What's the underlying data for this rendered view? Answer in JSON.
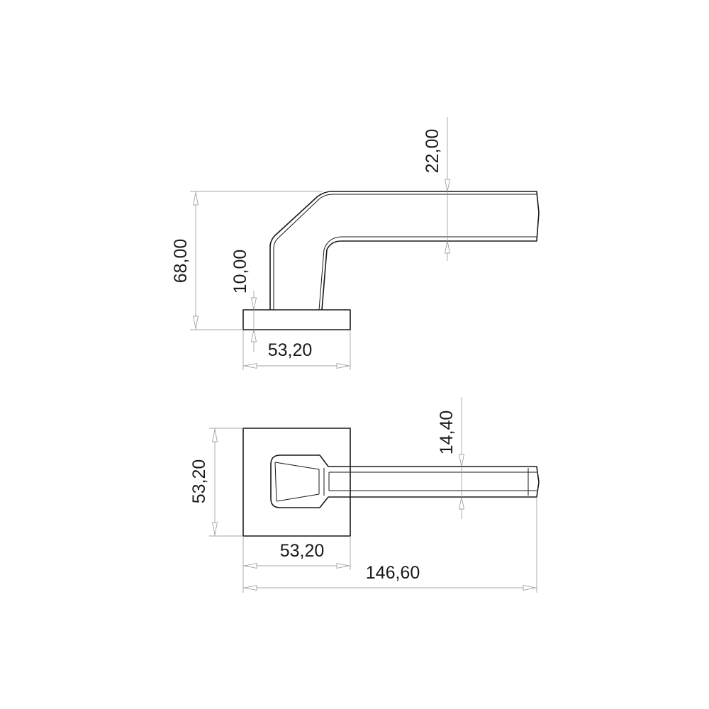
{
  "drawing": {
    "dimensions": {
      "side_overall_height": "68,00",
      "side_rose_thickness": "10,00",
      "side_rose_width": "53,20",
      "side_lever_thickness": "22,00",
      "top_rose_height": "53,20",
      "top_rose_width": "53,20",
      "top_lever_width": "14,40",
      "top_overall_length": "146,60"
    }
  }
}
